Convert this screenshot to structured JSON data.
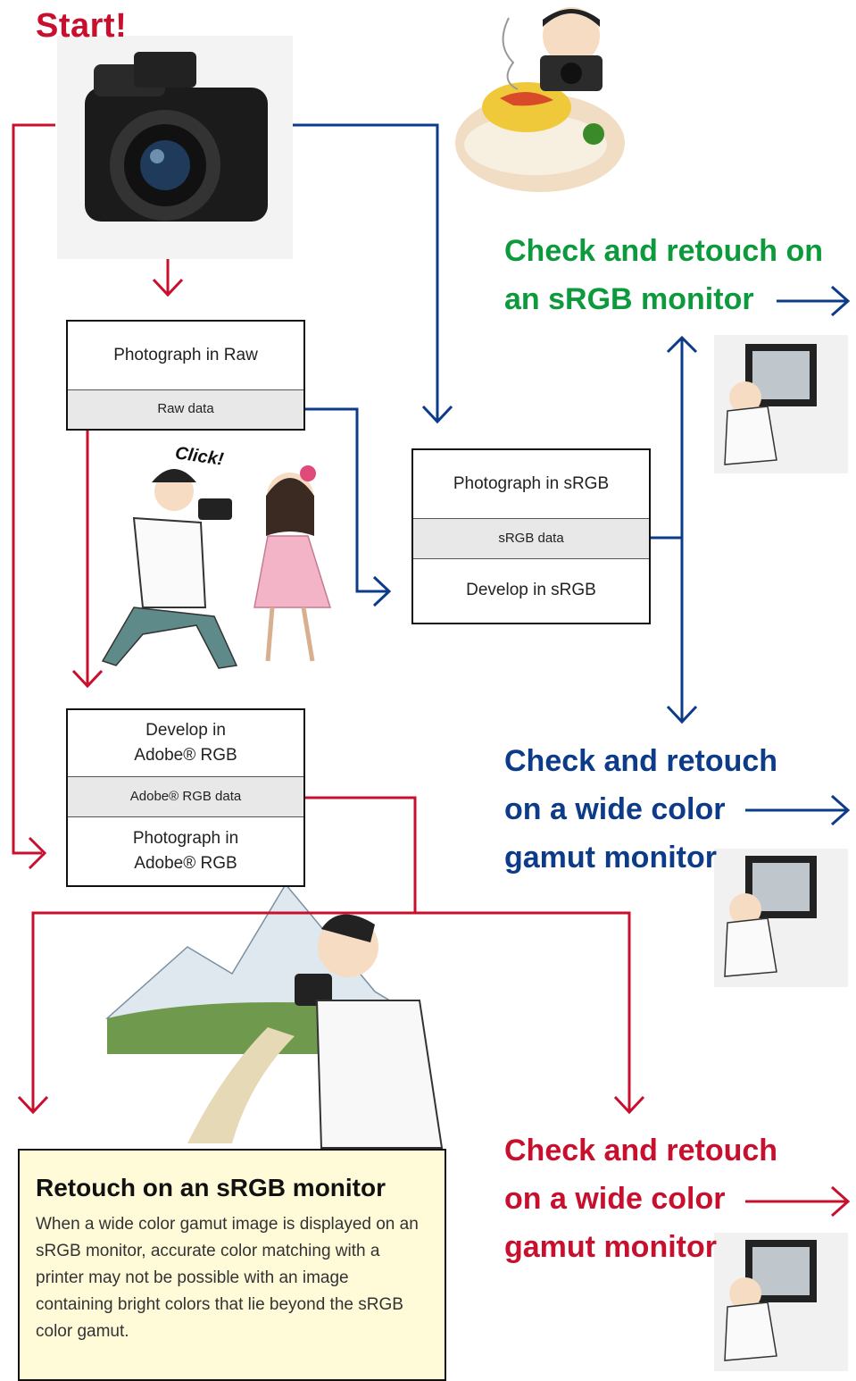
{
  "start_label": "Start!",
  "click_label": "Click!",
  "raw_box": {
    "main": "Photograph in Raw",
    "data": "Raw data"
  },
  "srgb_box": {
    "main": "Photograph in sRGB",
    "data": "sRGB data",
    "develop": "Develop in sRGB"
  },
  "adobe_box": {
    "develop_line1": "Develop in",
    "develop_line2": "Adobe® RGB",
    "data": "Adobe® RGB data",
    "photo_line1": "Photograph in",
    "photo_line2": "Adobe® RGB"
  },
  "headings": {
    "srgb_check": [
      "Check and retouch on",
      "an sRGB monitor"
    ],
    "wide_blue": [
      "Check and retouch",
      "on a wide color",
      "gamut monitor"
    ],
    "wide_red": [
      "Check and retouch",
      "on a wide color",
      "gamut monitor"
    ]
  },
  "note": {
    "title": "Retouch on an sRGB monitor",
    "body": "When a wide color gamut image is displayed on an sRGB monitor, accurate color matching with a printer may not be possible with an image containing bright colors that lie beyond the sRGB color gamut."
  },
  "colors": {
    "red": "#c8102e",
    "blue": "#0c3b8a",
    "green": "#0c9a3c"
  }
}
